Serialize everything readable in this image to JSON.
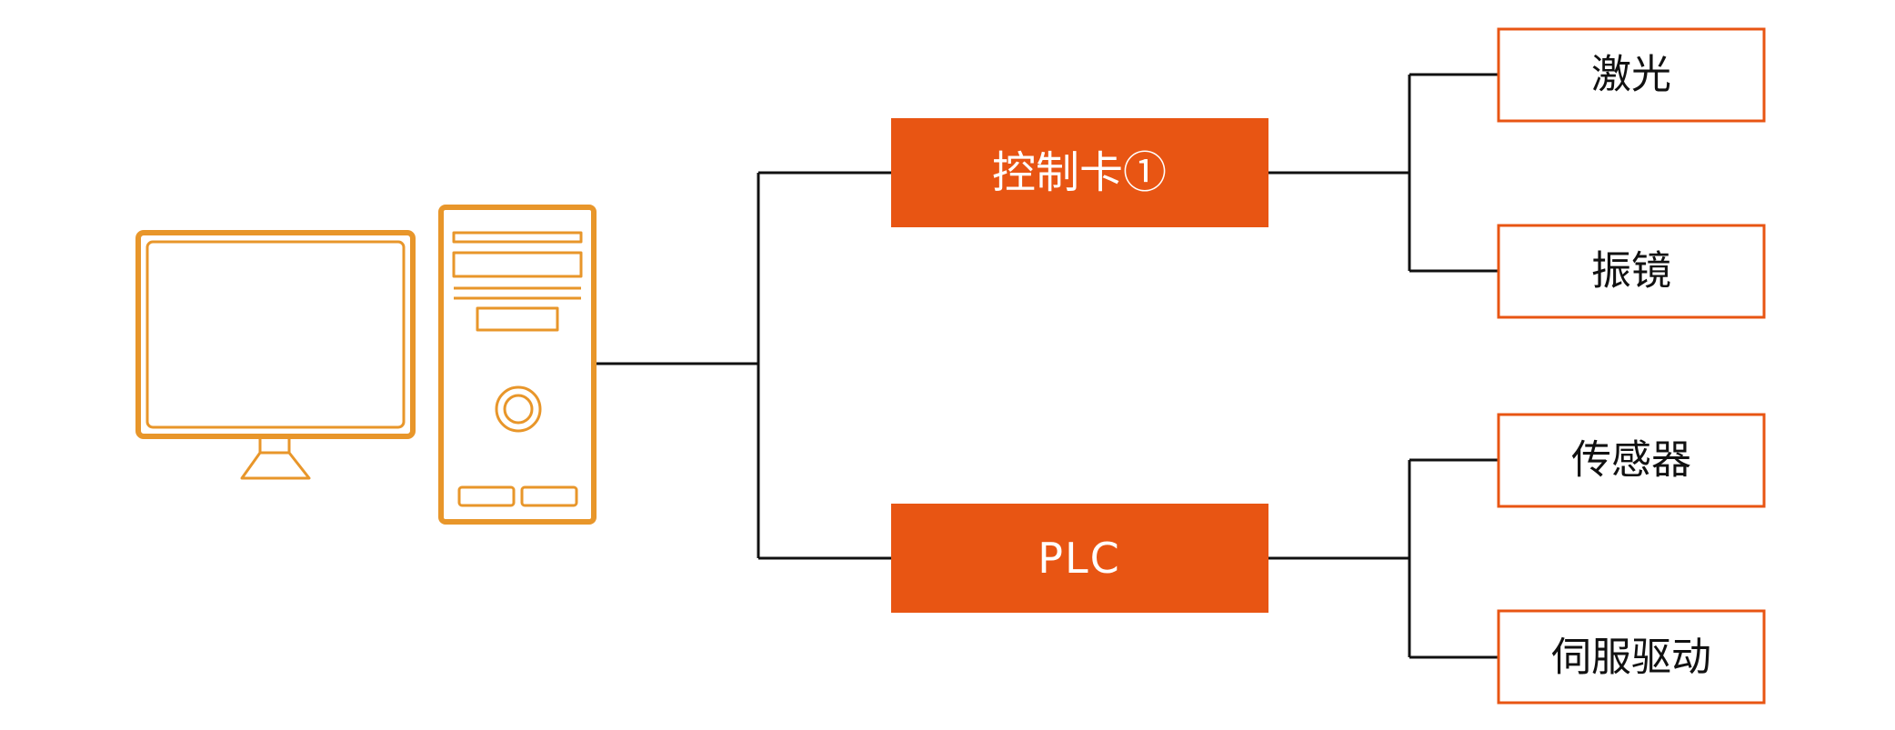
{
  "colors": {
    "accent": "#E85513",
    "computer": "#E8962A",
    "line": "#111111",
    "box_text": "#111111",
    "controller_text": "#ffffff"
  },
  "nodes": {
    "computer": {
      "icon": "desktop-computer-icon"
    },
    "controller_card": {
      "label": "控制卡①"
    },
    "plc": {
      "label": "PLC"
    },
    "laser": {
      "label": "激光"
    },
    "galvo": {
      "label": "振镜"
    },
    "sensor": {
      "label": "传感器"
    },
    "servo": {
      "label": "伺服驱动"
    }
  }
}
